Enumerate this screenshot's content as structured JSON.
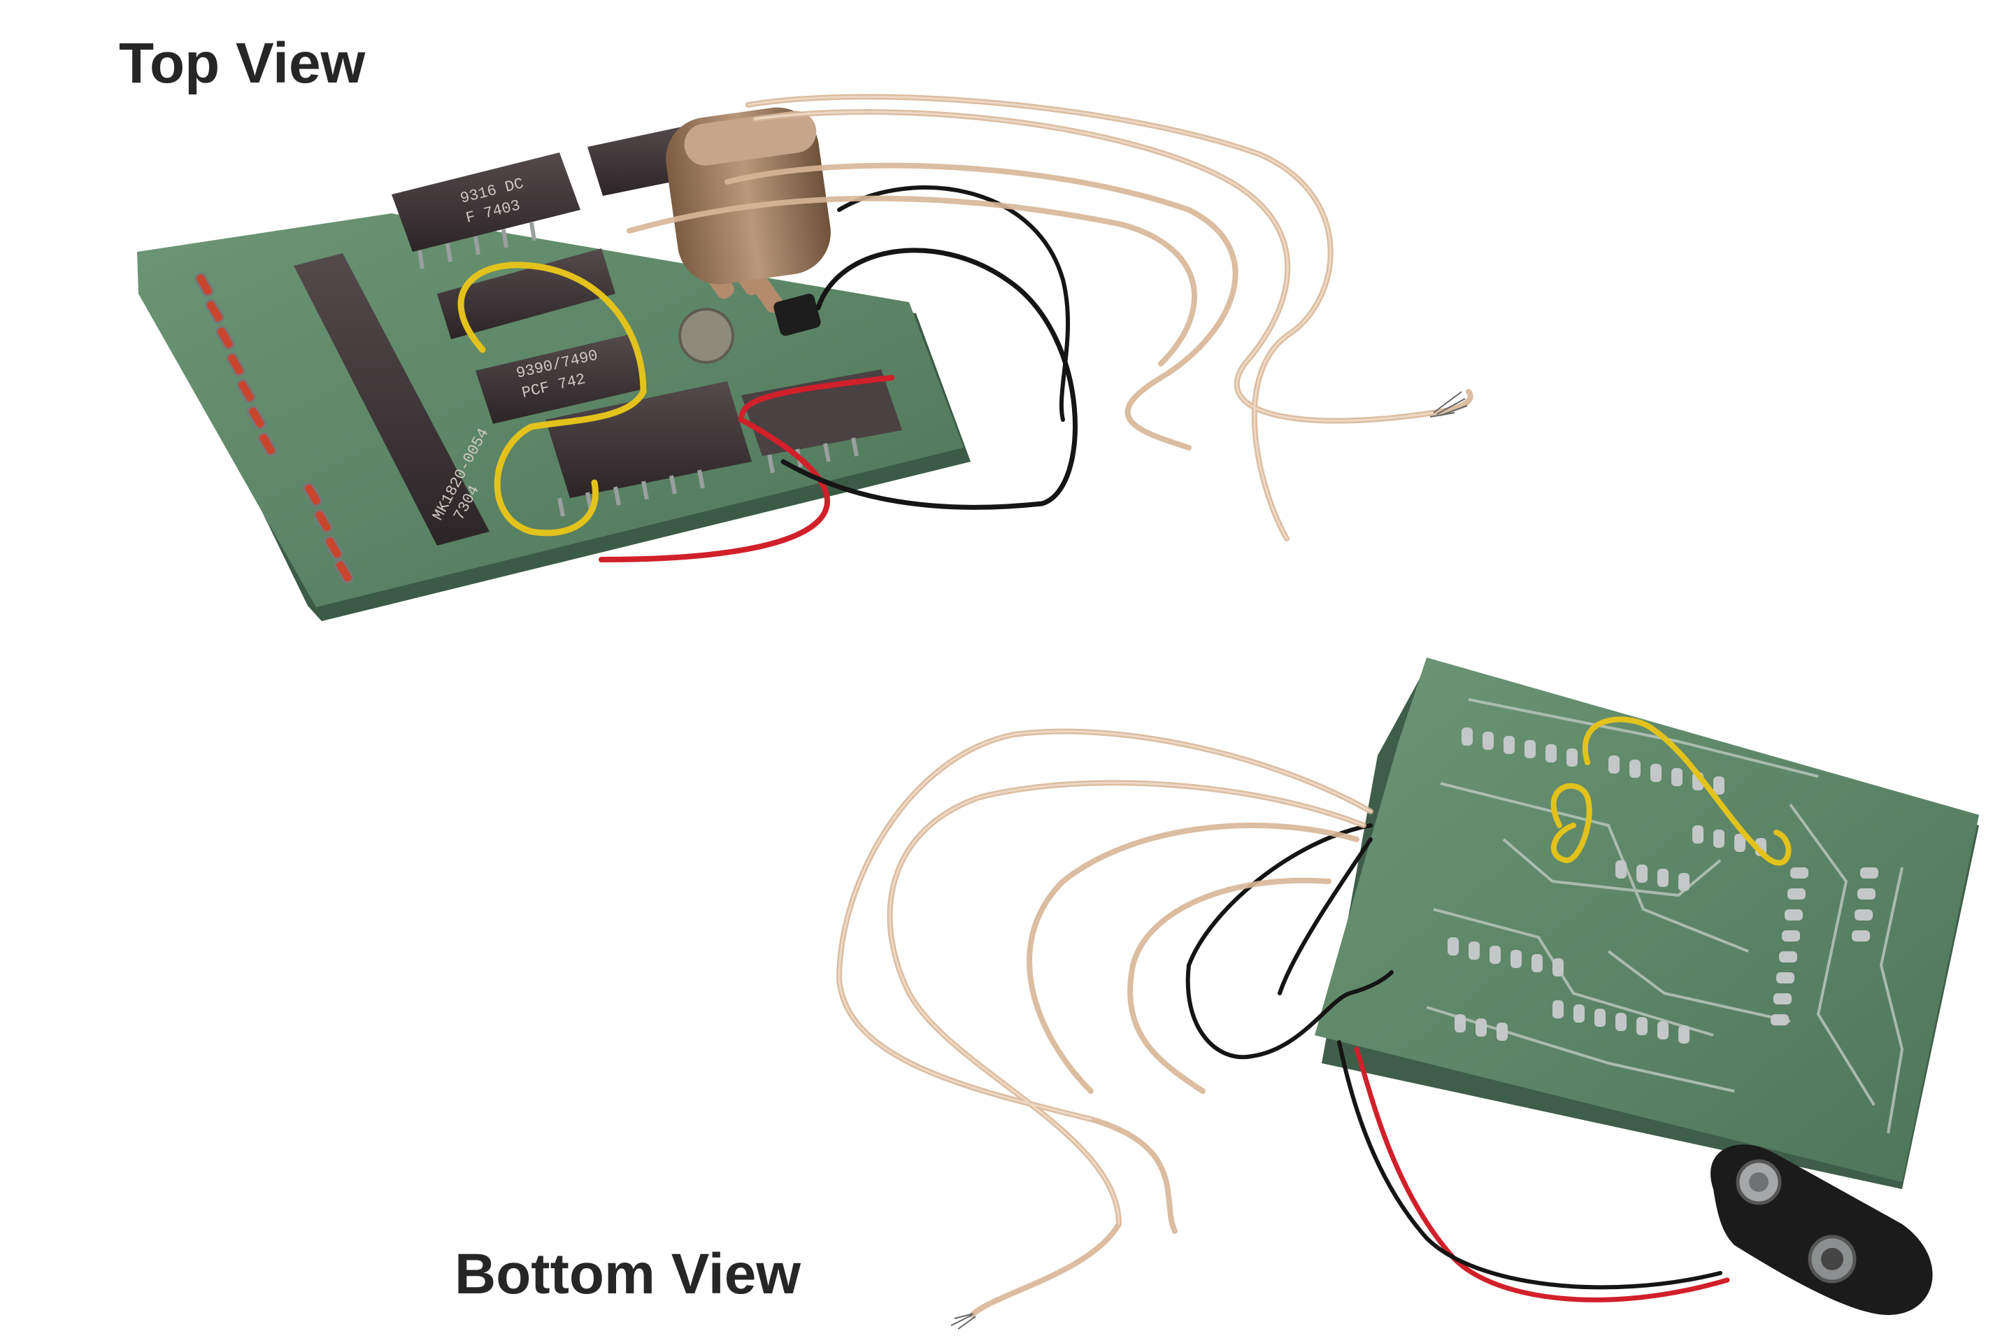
{
  "captions": {
    "top": "Top View",
    "bottom": "Bottom View"
  },
  "chip_markings": {
    "chip_a_line1": "9316 DC",
    "chip_a_line2": "F 7403",
    "chip_b_line1": "9390/7490",
    "chip_b_line2": "PCF 742",
    "chip_c_line1": "MK1820-0054",
    "chip_c_line2": "7304"
  },
  "colors": {
    "background": "#ffffff",
    "pcb": "#5f8a6a",
    "pcb_dark": "#456b52",
    "chip": "#3b3335",
    "crystal": "#9c7a5c",
    "wire_yellow": "#e3c21c",
    "wire_red": "#d1202a",
    "wire_black": "#151515",
    "wire_clear": "#d9b79a",
    "solder": "#b8bcbd"
  }
}
